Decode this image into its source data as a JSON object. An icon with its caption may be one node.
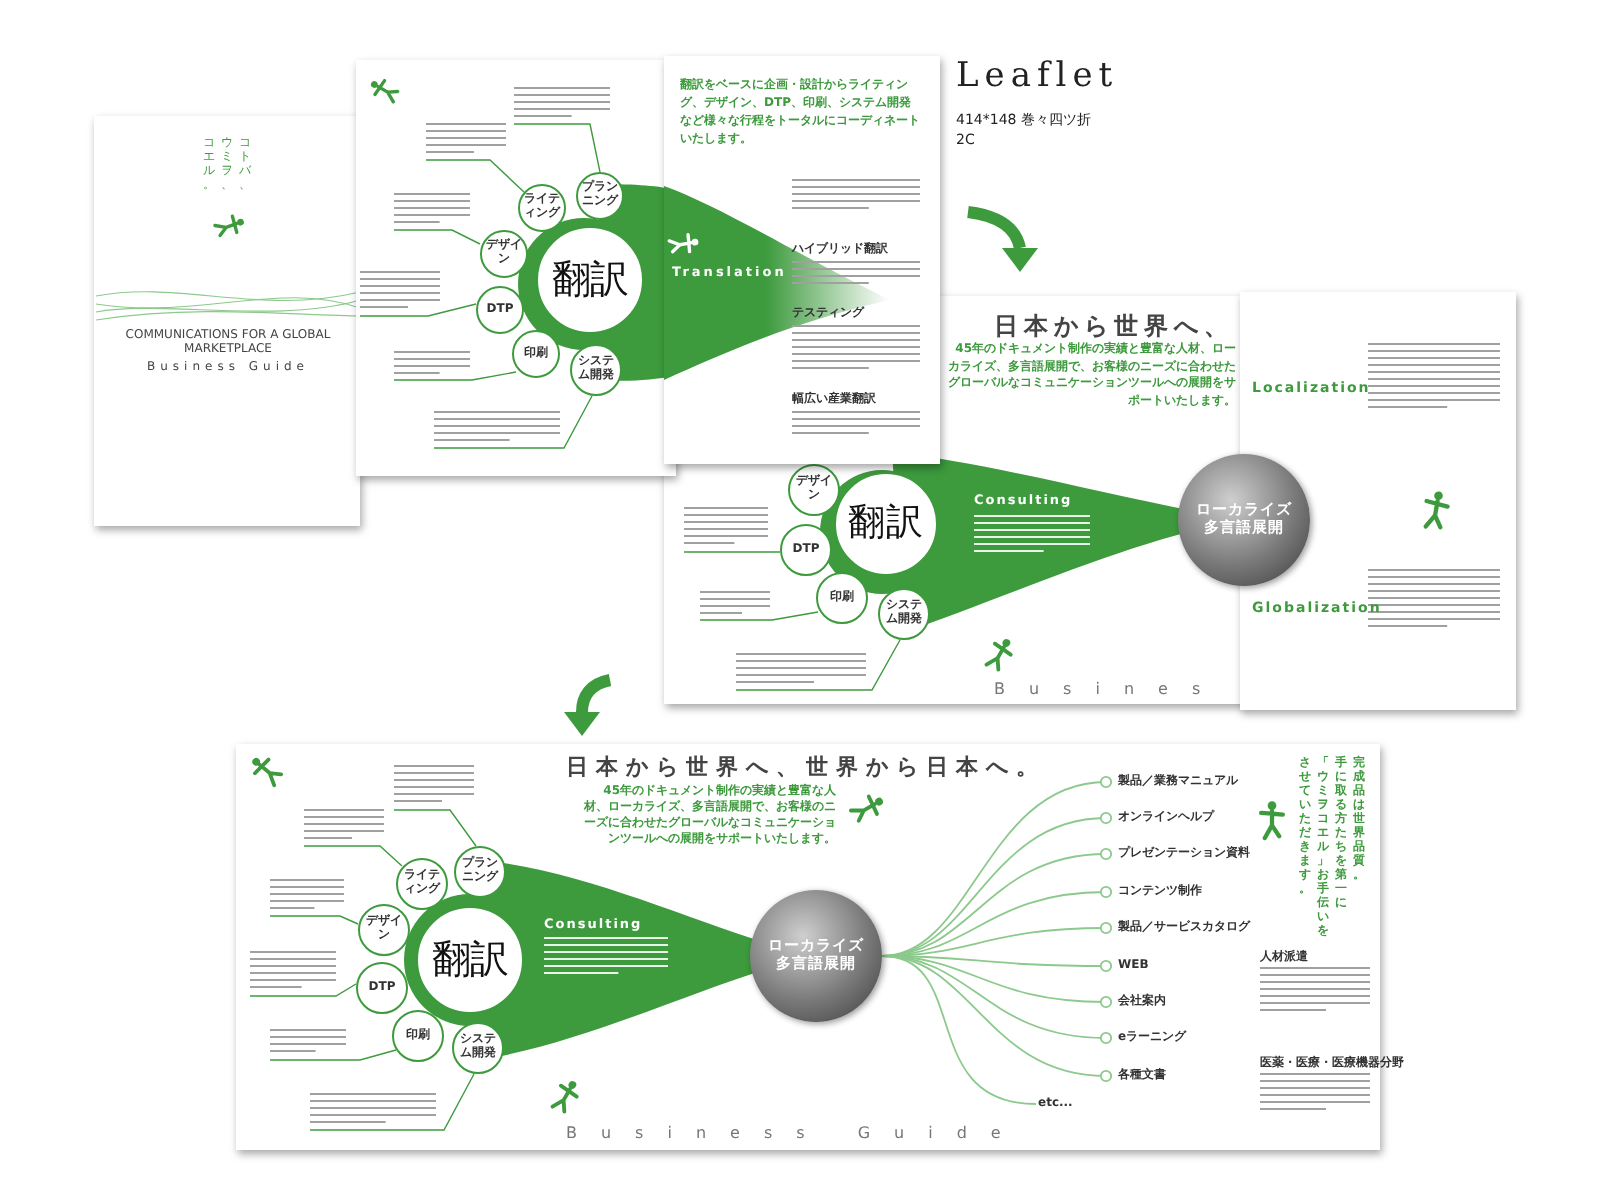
{
  "diagram": {
    "title": "Leaflet",
    "nodes": [
      {
        "text": [
          "プランニング"
        ]
      },
      {
        "text": [
          "ライティング"
        ]
      },
      {
        "text": [
          "デザイン"
        ]
      },
      {
        "text": [
          "翻訳"
        ]
      },
      {
        "text": [
          "DTP"
        ]
      },
      {
        "text": [
          "印刷"
        ]
      },
      {
        "text": [
          "システム開発"
        ]
      },
      {
        "text": [
          "デザイン"
        ]
      },
      {
        "text": [
          "翻訳"
        ]
      },
      {
        "text": [
          "DTP"
        ]
      },
      {
        "text": [
          "印刷"
        ]
      },
      {
        "text": [
          "システム開発"
        ]
      },
      {
        "text": [
          "ローカライズ多言語展開"
        ]
      },
      {
        "text": [
          "プランニング"
        ]
      },
      {
        "text": [
          "ライティング"
        ]
      },
      {
        "text": [
          "デザイン"
        ]
      },
      {
        "text": [
          "翻訳"
        ]
      },
      {
        "text": [
          "DTP"
        ]
      },
      {
        "text": [
          "印刷"
        ]
      },
      {
        "text": [
          "システム開発"
        ]
      },
      {
        "text": [
          "ローカライズ多言語展開"
        ]
      },
      {
        "text": [
          "製品／業務マニュアル"
        ]
      },
      {
        "text": [
          "オンラインヘルプ"
        ]
      },
      {
        "text": [
          "プレゼンテーション資料"
        ]
      },
      {
        "text": [
          "コンテンツ制作"
        ]
      },
      {
        "text": [
          "製品／サービスカタログ"
        ]
      },
      {
        "text": [
          "WEB"
        ]
      },
      {
        "text": [
          "会社案内"
        ]
      },
      {
        "text": [
          "eラーニング"
        ]
      },
      {
        "text": [
          "各種文書"
        ]
      },
      {
        "text": [
          "etc..."
        ]
      }
    ],
    "edges": [
      {
        "from": 20,
        "to": 21,
        "arrow": "other"
      },
      {
        "from": 20,
        "to": 22,
        "arrow": "other"
      },
      {
        "from": 20,
        "to": 23,
        "arrow": "other"
      },
      {
        "from": 20,
        "to": 24,
        "arrow": "other"
      },
      {
        "from": 20,
        "to": 25,
        "arrow": "other"
      },
      {
        "from": 20,
        "to": 26,
        "arrow": "other"
      },
      {
        "from": 20,
        "to": 27,
        "arrow": "other"
      },
      {
        "from": 20,
        "to": 28,
        "arrow": "other"
      },
      {
        "from": 20,
        "to": 29,
        "arrow": "other"
      },
      {
        "from": 20,
        "to": 30,
        "arrow": "none"
      }
    ],
    "labels": [
      "414*148 巻々四ツ折",
      "2C",
      "コトバ、ウミヲ、コエル。",
      "COMMUNICATIONS FOR A GLOBAL MARKETPLACE",
      "Business Guide",
      "翻訳をベースに企画・設計からライティング、デザイン、DTP、印刷、システム開発など様々な行程をトータルにコーディネートいたします。",
      "Translation",
      "ハイブリッド翻訳",
      "テスティング",
      "幅広い産業翻訳",
      "日本から世界へ、",
      "45年のドキュメント制作の実績と豊富な人材、ローカライズ、多言語展開で、お客様のニーズに合わせたグローバルなコミュニケーションツールへの展開をサポートいたします。",
      "Consulting",
      "Busines",
      "Localization",
      "Globalization",
      "日本から世界へ、世界から日本へ。",
      "45年のドキュメント制作の実績と豊富な人材、ローカライズ、多言語展開で、お客様のニーズに合わせたグローバルなコミュニケーションツールへの展開をサポートいたします。",
      "Consulting",
      "完成品は世界品質。",
      "手に取る方たちを第一に",
      "「ウミヲコエル」お手伝いを",
      "させていただきます。",
      "人材派遣",
      "医薬・医療・医療機器分野",
      "Business Guide"
    ]
  }
}
